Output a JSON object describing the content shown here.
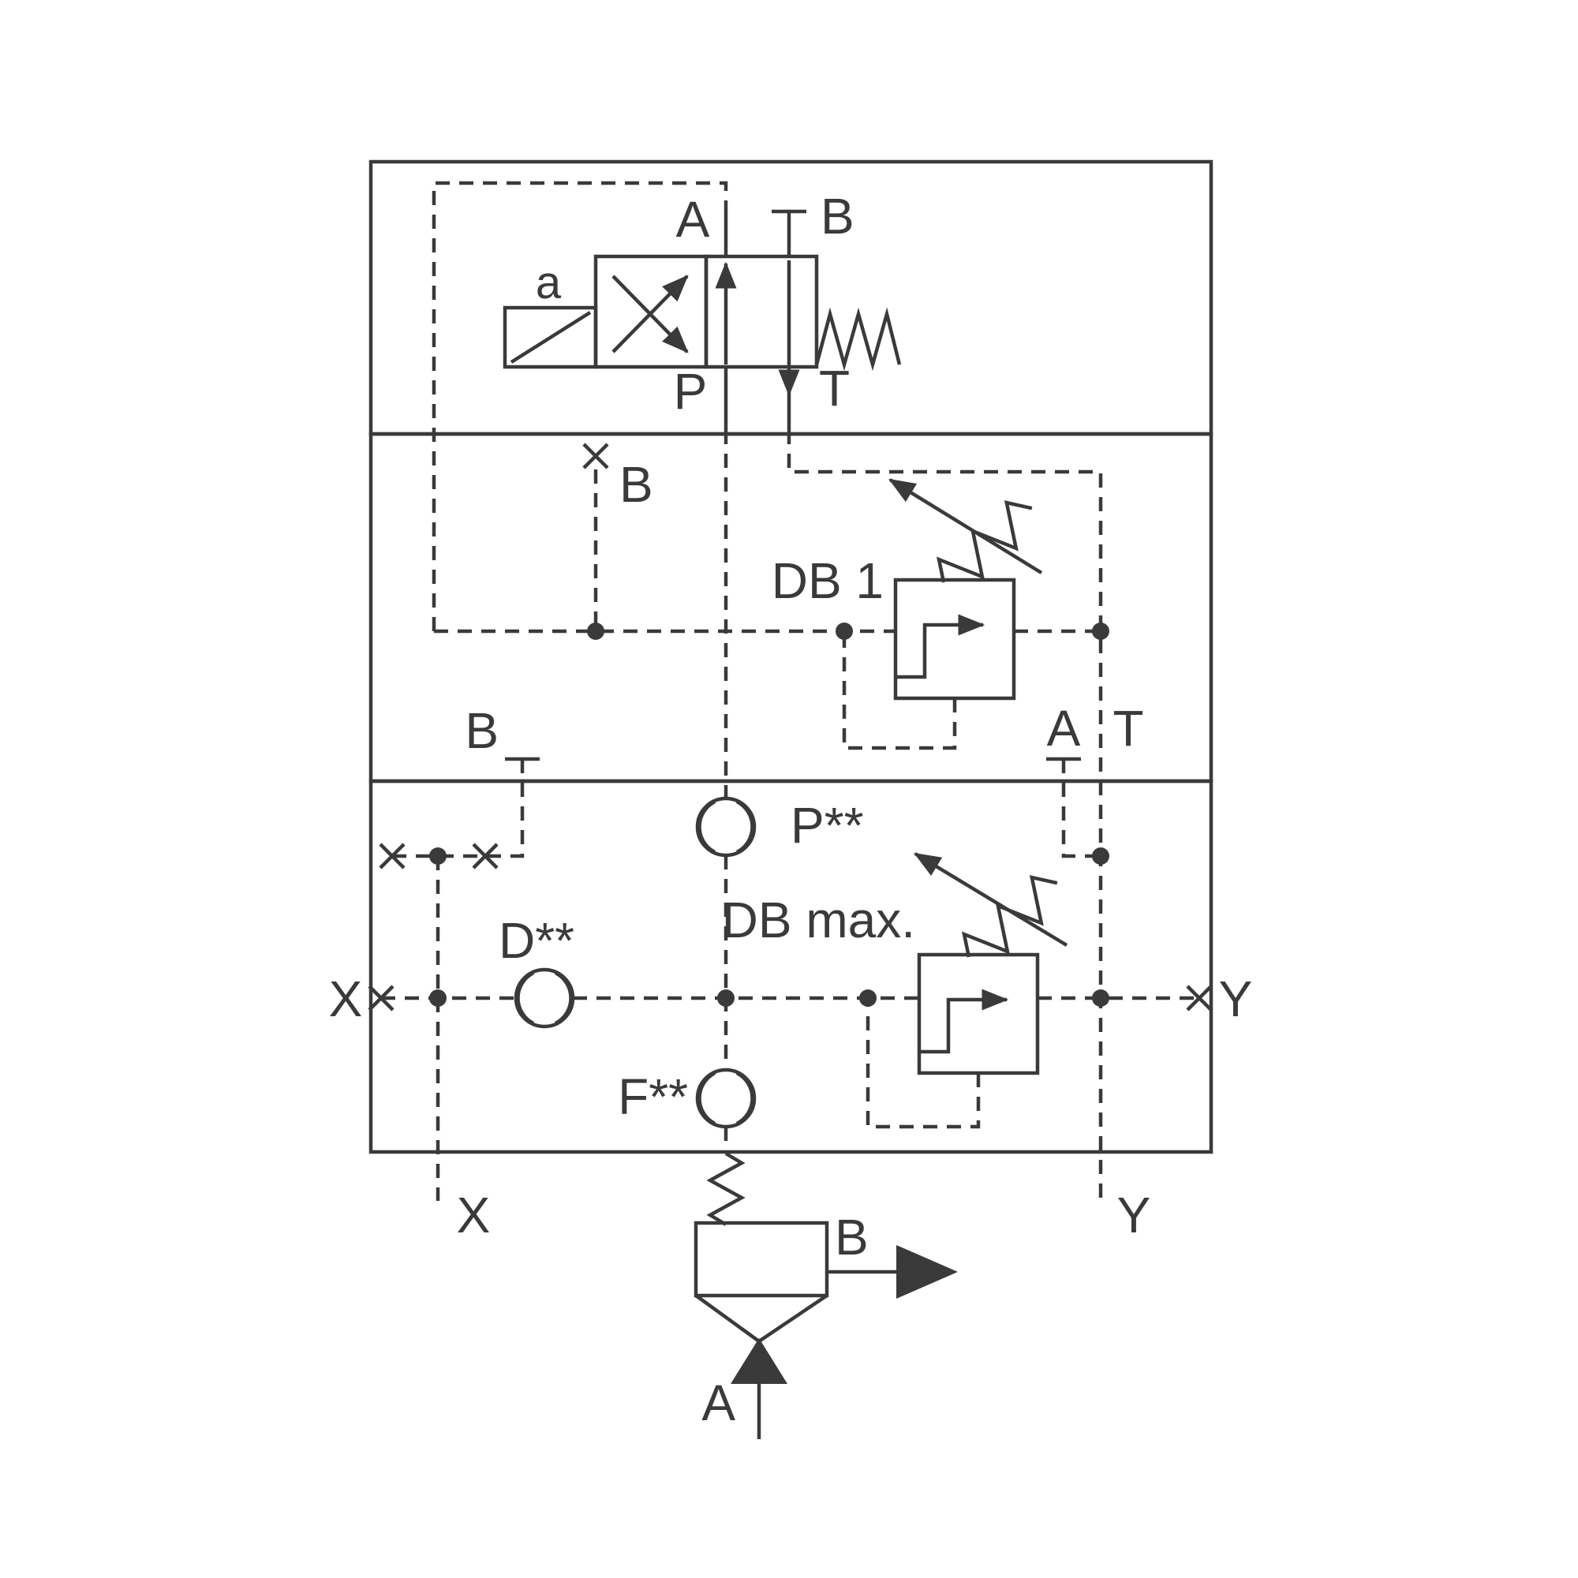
{
  "diagram": {
    "colors": {
      "line": "#3a3a3a",
      "background": "#ffffff"
    },
    "directional_valve": {
      "solenoid": "a",
      "port_a": "A",
      "port_b": "B",
      "port_p": "P",
      "port_t": "T"
    },
    "plugged_port_b": "B",
    "relief_valve_1": {
      "label": "DB 1"
    },
    "relief_valve_max": {
      "label": "DB max."
    },
    "interface_ports": {
      "b": "B",
      "a": "A",
      "t": "T"
    },
    "orifices": {
      "p": "P**",
      "d": "D**",
      "f": "F**"
    },
    "pilot_ports": {
      "x_left": "X",
      "y_right": "Y",
      "x_bottom": "X",
      "y_bottom": "Y"
    },
    "check_valve": {
      "port_a": "A",
      "port_b": "B"
    }
  }
}
